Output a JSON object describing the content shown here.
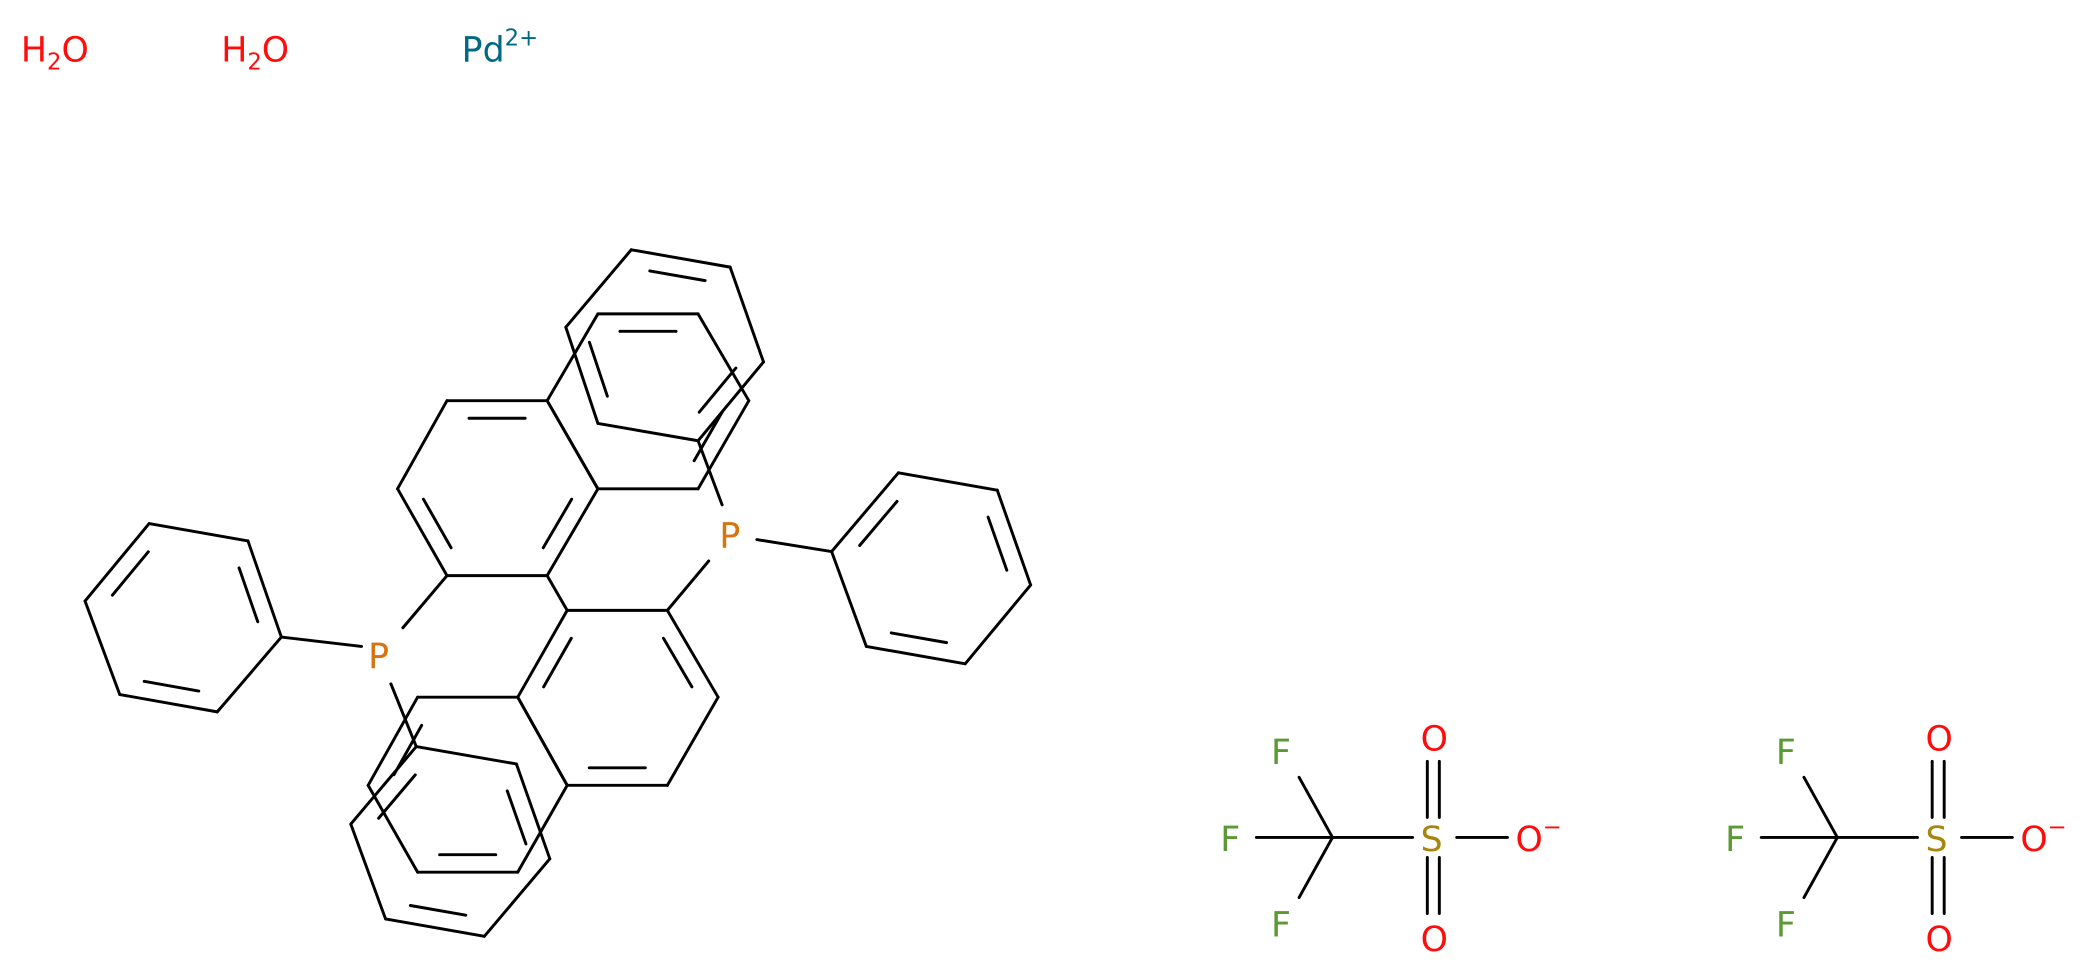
{
  "molecule": {
    "fragments": {
      "water_1": {
        "main": "H",
        "sub": "2",
        "tail": "O"
      },
      "water_2": {
        "main": "H",
        "sub": "2",
        "tail": "O"
      },
      "palladium": {
        "symbol": "Pd",
        "charge": "2+"
      },
      "ligand_phosphorus": [
        "P",
        "P"
      ],
      "triflate_1": {
        "fluorines": [
          "F",
          "F",
          "F"
        ],
        "sulfur": "S",
        "oxygens": [
          "O",
          "O",
          "O"
        ],
        "charge": "−"
      },
      "triflate_2": {
        "fluorines": [
          "F",
          "F",
          "F"
        ],
        "sulfur": "S",
        "oxygens": [
          "O",
          "O",
          "O"
        ],
        "charge": "−"
      }
    },
    "colors": {
      "O": "#ff0d0d",
      "Pd": "#006985",
      "P": "#d9730d",
      "F": "#5b9a32",
      "S": "#a8860d",
      "bond": "#000000"
    }
  }
}
